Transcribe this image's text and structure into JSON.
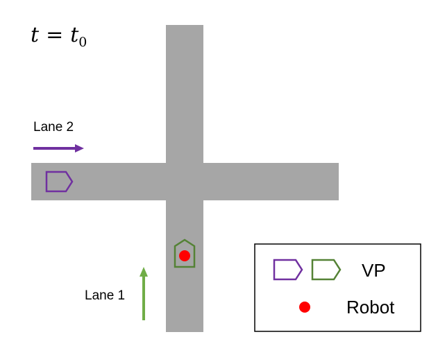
{
  "time_label": {
    "var": "t",
    "op": "=",
    "rhs": "t",
    "sub": "0"
  },
  "lanes": {
    "lane1": {
      "label": "Lane 1",
      "arrow_color": "#70AD47"
    },
    "lane2": {
      "label": "Lane 2",
      "arrow_color": "#7030A0"
    }
  },
  "road_color": "#A6A6A6",
  "vehicles": {
    "lane1_color": "#548235",
    "lane2_color": "#7030A0"
  },
  "robot_color": "#FF0000",
  "legend": {
    "vp_label": "VP",
    "robot_label": "Robot"
  }
}
